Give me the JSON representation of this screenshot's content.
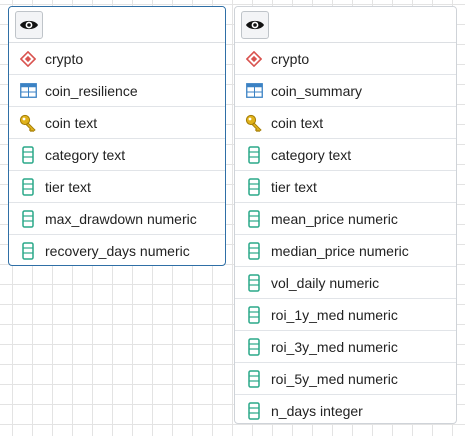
{
  "colors": {
    "schema_icon": "#d9534f",
    "table_icon": "#3b82c4",
    "key_icon": "#e0b21b",
    "column_icon": "#2aa889",
    "selected_border": "#2f6fa6"
  },
  "left": {
    "view_icon": "eye-icon",
    "schema": "crypto",
    "table": "coin_resilience",
    "key": "coin text",
    "columns": [
      "category text",
      "tier text",
      "max_drawdown numeric",
      "recovery_days numeric"
    ]
  },
  "right": {
    "view_icon": "eye-icon",
    "schema": "crypto",
    "table": "coin_summary",
    "key": "coin text",
    "columns": [
      "category text",
      "tier text",
      "mean_price numeric",
      "median_price numeric",
      "vol_daily numeric",
      "roi_1y_med numeric",
      "roi_3y_med numeric",
      "roi_5y_med numeric",
      "n_days integer"
    ]
  }
}
